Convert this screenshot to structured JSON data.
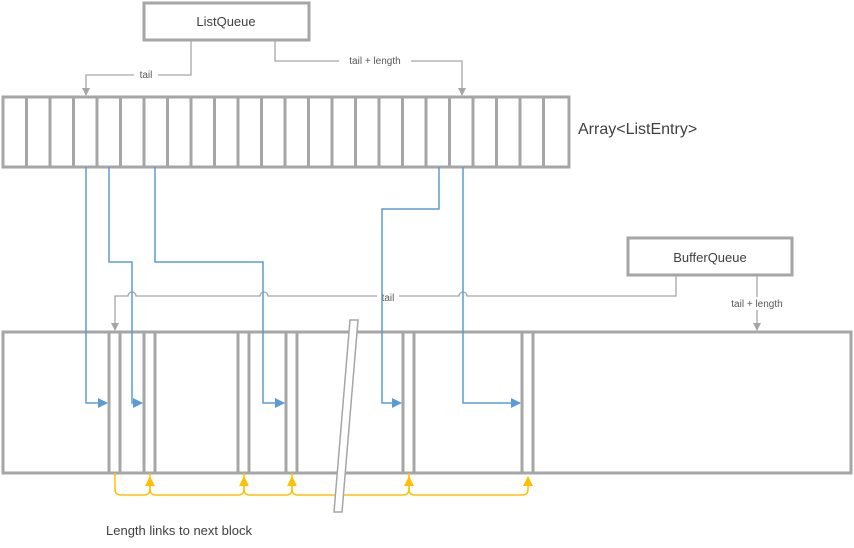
{
  "nodes": {
    "list_queue": "ListQueue",
    "buffer_queue": "BufferQueue",
    "array": "Array<ListEntry>"
  },
  "edge_labels": {
    "list_tail": "tail",
    "list_tail_length": "tail + length",
    "buffer_tail": "tail",
    "buffer_tail_length": "tail + length"
  },
  "caption": "Length links to next block",
  "colors": {
    "structure": "#a6a6a6",
    "pointer_links": "#5b9bd5",
    "length_links": "#ffc000",
    "text": "#404040"
  }
}
